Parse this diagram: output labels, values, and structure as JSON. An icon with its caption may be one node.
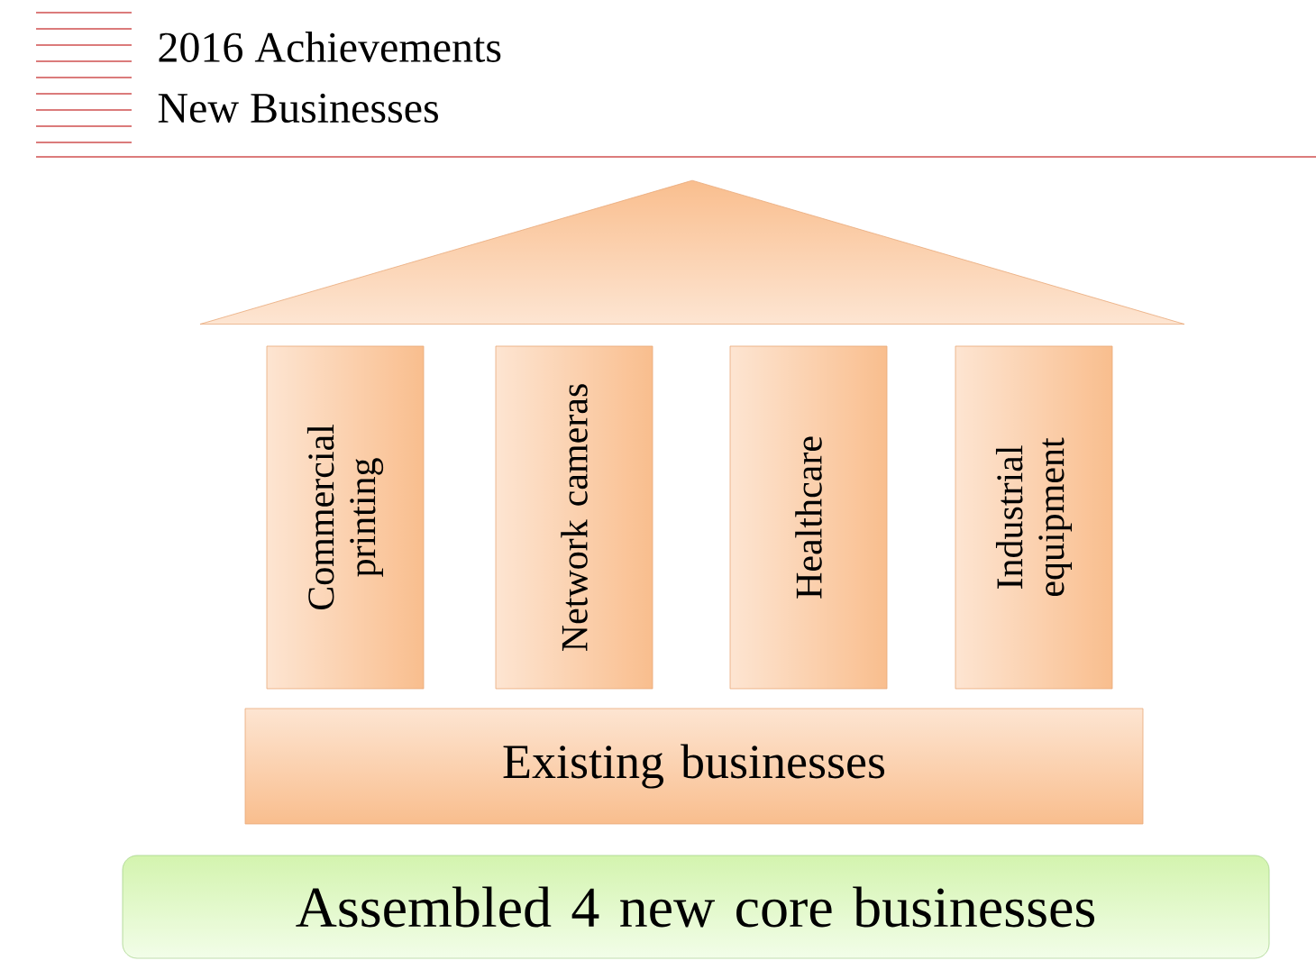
{
  "diagram": {
    "title": "2016 Achievements",
    "nodes": [
      {
        "text": [],
        "shape": "triangle"
      },
      {
        "text": [
          "Commercial printing"
        ]
      },
      {
        "text": [
          "Network cameras"
        ]
      },
      {
        "text": [
          "Healthcare"
        ]
      },
      {
        "text": [
          "Industrial equipment"
        ]
      },
      {
        "text": [
          "Existing businesses"
        ]
      },
      {
        "text": [
          "Assembled 4 new core businesses"
        ]
      }
    ],
    "labels": [
      "New Businesses"
    ]
  }
}
